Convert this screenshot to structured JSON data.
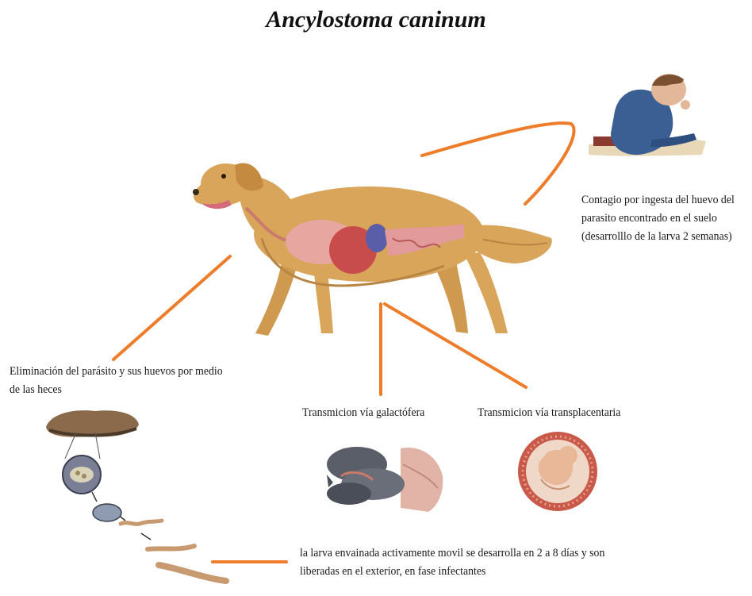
{
  "title": "Ancylostoma caninum",
  "labels": {
    "contagio": "Contagio por ingesta del huevo del parasito encontrado en el suelo (desarrolllo de la larva 2 semanas)",
    "eliminacion": "Eliminación del parásito y sus huevos por medio de las heces",
    "galactofera": "Transmicion vía galactófera",
    "transplacentaria": "Transmicion vía transplacentaria",
    "larva": "la larva envainada activamente movil se desarrolla en 2 a 8 días y son liberadas en el exterior, en fase infectantes"
  },
  "colors": {
    "arrow": "#ee7d2b",
    "dog_fur": "#d9a55a",
    "organ": "#c94c4c",
    "child_clothes": "#3c5f93"
  },
  "icons": [
    "dog-with-organs-illustration",
    "child-eating-from-ground-illustration",
    "feces-illustration",
    "egg-icon",
    "larva-icon",
    "puppies-nursing-illustration",
    "fetus-in-womb-illustration"
  ]
}
